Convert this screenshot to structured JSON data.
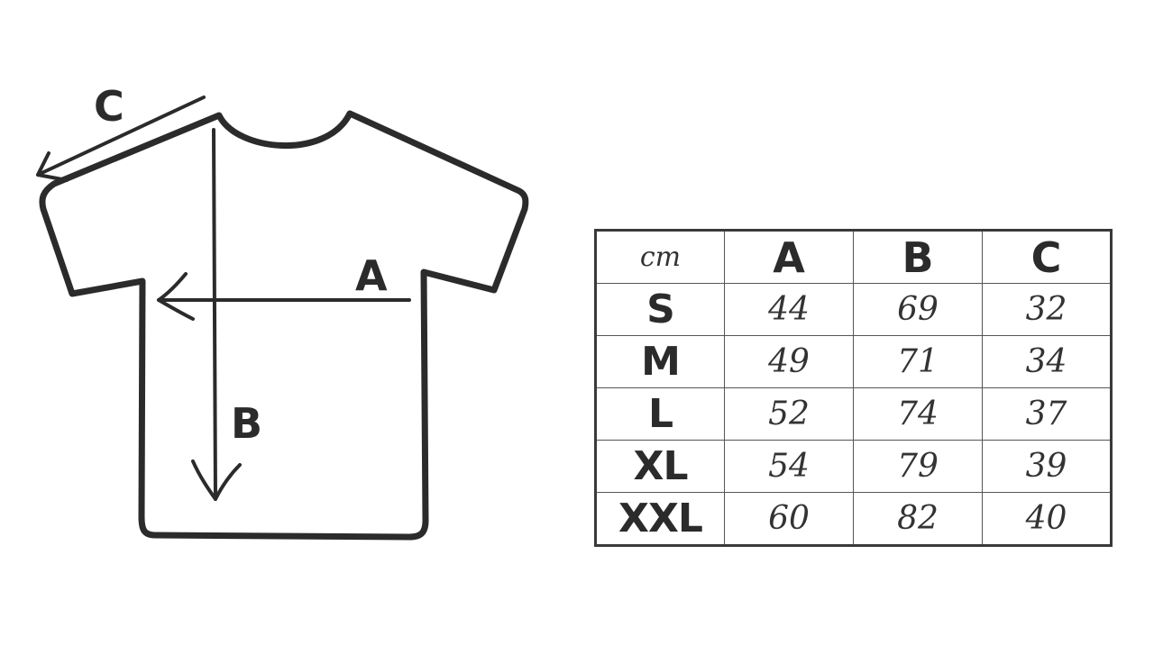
{
  "diagram": {
    "labels": {
      "a": "A",
      "b": "B",
      "c": "C"
    },
    "icons": [
      "t-shirt-icon",
      "arrow-a-icon",
      "arrow-b-icon",
      "arrow-c-icon"
    ]
  },
  "size_table": {
    "unit": "cm",
    "columns": [
      "A",
      "B",
      "C"
    ],
    "rows": [
      {
        "size": "S",
        "values": [
          "44",
          "69",
          "32"
        ]
      },
      {
        "size": "M",
        "values": [
          "49",
          "71",
          "34"
        ]
      },
      {
        "size": "L",
        "values": [
          "52",
          "74",
          "37"
        ]
      },
      {
        "size": "XL",
        "values": [
          "54",
          "79",
          "39"
        ]
      },
      {
        "size": "XXL",
        "values": [
          "60",
          "82",
          "40"
        ]
      }
    ]
  },
  "colors": {
    "ink": "#2b2b2b",
    "background": "#ffffff"
  }
}
